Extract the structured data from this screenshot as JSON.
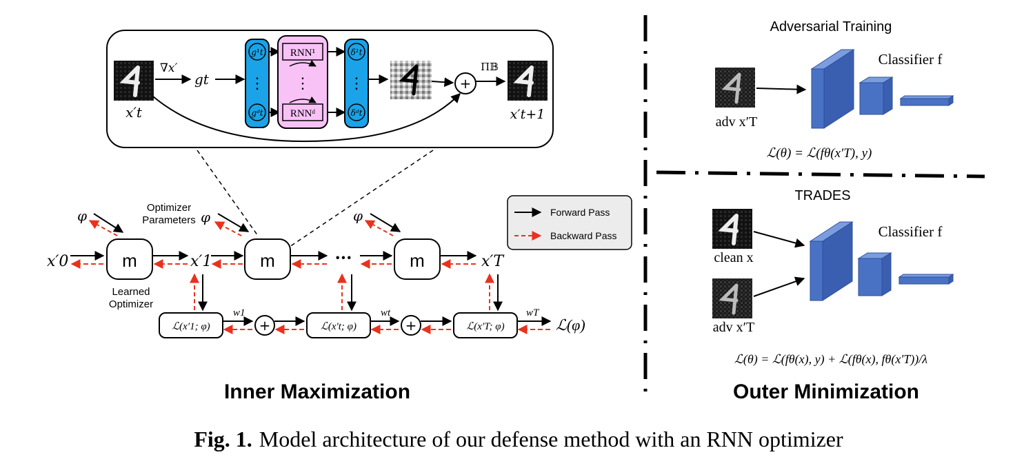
{
  "caption": {
    "fig_label": "Fig. 1.",
    "text": "Model architecture of our defense method with an RNN optimizer"
  },
  "inner": {
    "title": "Inner Maximization",
    "detail": {
      "grad_label": "∇x′",
      "g_label": "gt",
      "g1": "g¹t",
      "gd": "gᵈt",
      "rnn1": "RNN¹",
      "rnnd": "RNNᵈ",
      "d1": "δ¹t",
      "dd": "δᵈt",
      "dots": "⋮",
      "plus": "+",
      "proj_label": "Π𝔹",
      "x_in": "x′t",
      "x_out": "x′t+1"
    },
    "chain": {
      "module": "m",
      "x0": "x′0",
      "x1": "x′1",
      "xT": "x′T",
      "ellipsis": "···",
      "phi": "φ",
      "opt_params_1": "Optimizer",
      "opt_params_2": "Parameters",
      "learned_1": "Learned",
      "learned_2": "Optimizer",
      "loss1": "ℒ(x′1; φ)",
      "losst": "ℒ(x′t; φ)",
      "lossT": "ℒ(x′T; φ)",
      "w1": "w1",
      "wt": "wt",
      "wT": "wT",
      "plus": "+",
      "total_loss": "ℒ(φ)"
    },
    "legend": {
      "forward": "Forward Pass",
      "backward": "Backward Pass"
    }
  },
  "outer": {
    "title": "Outer Minimization",
    "adv_training": {
      "title": "Adversarial Training",
      "classifier": "Classifier f",
      "input": "adv x′T",
      "loss": "ℒ(θ) = ℒ(fθ(x′T), y)"
    },
    "trades": {
      "title": "TRADES",
      "classifier": "Classifier f",
      "clean": "clean x",
      "adv": "adv x′T",
      "loss": "ℒ(θ) = ℒ(fθ(x), y) + ℒ(fθ(x), fθ(x′T))/λ"
    }
  },
  "colors": {
    "forward": "#000000",
    "backward": "#e8321e",
    "gradient_box": "#1aa3e8",
    "rnn_box": "#f9c2f7",
    "classifier": "#4a72c4",
    "legend_bg": "#ececec"
  }
}
